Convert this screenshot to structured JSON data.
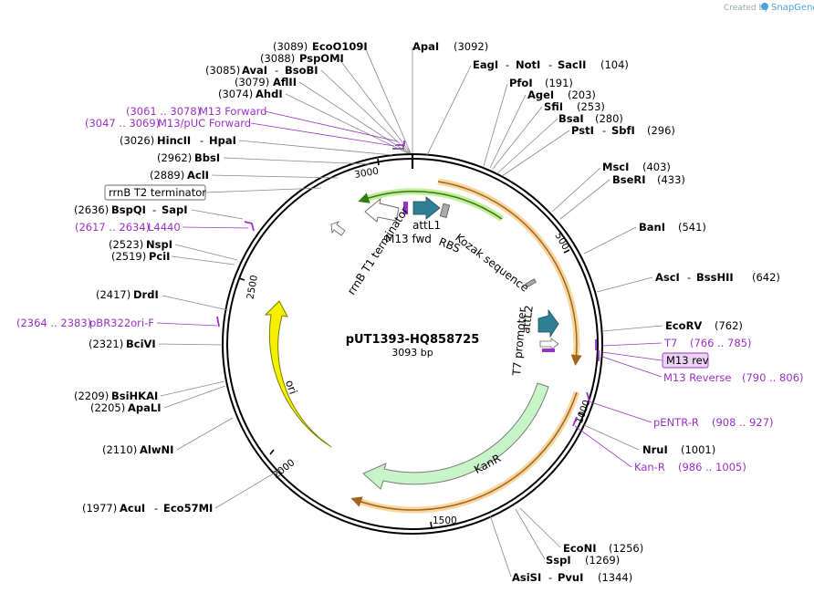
{
  "brand": {
    "created_by": "Created by",
    "name": "SnapGene"
  },
  "plasmid": {
    "name": "pUT1393-HQ858725",
    "size": "3093 bp"
  },
  "ticks": [
    "500",
    "1000",
    "1500",
    "2000",
    "2500",
    "3000"
  ],
  "sites_top": [
    {
      "pos": "(3089)",
      "name": "EcoO109I"
    },
    {
      "pos": "(3088)",
      "name": "PspOMI"
    },
    {
      "pos": "(3085)",
      "name": "AvaI",
      "name2": "BsoBI"
    },
    {
      "pos": "(3079)",
      "name": "AflII"
    },
    {
      "pos": "(3074)",
      "name": "AhdI"
    }
  ],
  "sites_left": [
    {
      "pos": "(3026)",
      "name": "HincII",
      "name2": "HpaI"
    },
    {
      "pos": "(2962)",
      "name": "BbsI"
    },
    {
      "pos": "(2889)",
      "name": "AclI"
    },
    {
      "pos": "(2636)",
      "name": "BspQI",
      "name2": "SapI"
    },
    {
      "pos": "(2523)",
      "name": "NspI"
    },
    {
      "pos": "(2519)",
      "name": "PciI"
    },
    {
      "pos": "(2417)",
      "name": "DrdI"
    },
    {
      "pos": "(2321)",
      "name": "BciVI"
    },
    {
      "pos": "(2209)",
      "name": "BsiHKAI"
    },
    {
      "pos": "(2205)",
      "name": "ApaLI"
    },
    {
      "pos": "(2110)",
      "name": "AlwNI"
    },
    {
      "pos": "(1977)",
      "name": "AcuI",
      "name2": "Eco57MI"
    }
  ],
  "sites_right": [
    {
      "name": "ApaI",
      "pos": "(3092)"
    },
    {
      "name": "EagI",
      "name2": "NotI",
      "name3": "SacII",
      "pos": "(104)"
    },
    {
      "name": "PfoI",
      "pos": "(191)"
    },
    {
      "name": "AgeI",
      "pos": "(203)"
    },
    {
      "name": "SfiI",
      "pos": "(253)"
    },
    {
      "name": "BsaI",
      "pos": "(280)"
    },
    {
      "name": "PstI",
      "name2": "SbfI",
      "pos": "(296)"
    },
    {
      "name": "MscI",
      "pos": "(403)"
    },
    {
      "name": "BseRI",
      "pos": "(433)"
    },
    {
      "name": "BanI",
      "pos": "(541)"
    },
    {
      "name": "AscI",
      "name2": "BssHII",
      "pos": "(642)"
    },
    {
      "name": "EcoRV",
      "pos": "(762)"
    },
    {
      "name": "NruI",
      "pos": "(1001)"
    },
    {
      "name": "EcoNI",
      "pos": "(1256)"
    },
    {
      "name": "SspI",
      "pos": "(1269)"
    },
    {
      "name": "AsiSI",
      "name2": "PvuI",
      "pos": "(1344)"
    }
  ],
  "primers": {
    "m13_forward": {
      "range": "(3061 .. 3078)",
      "name": "M13 Forward"
    },
    "m13_puc": {
      "range": "(3047 .. 3069)",
      "name": "M13/pUC Forward"
    },
    "l4440": {
      "range": "(2617 .. 2634)",
      "name": "L4440"
    },
    "pbr322": {
      "range": "(2364 .. 2383)",
      "name": "pBR322ori-F"
    },
    "t7": {
      "name": "T7",
      "range": "(766 .. 785)"
    },
    "m13_rev": {
      "name": "M13 rev"
    },
    "m13_reverse": {
      "name": "M13 Reverse",
      "range": "(790 .. 806)"
    },
    "pentr": {
      "name": "pENTR-R",
      "range": "(908 .. 927)"
    },
    "kan_r": {
      "name": "Kan-R",
      "range": "(986 .. 1005)"
    }
  },
  "boxed_feature": {
    "name": "rrnB T2 terminator"
  },
  "features": {
    "rrnb_t1": "rrnB T1 terminator",
    "m13_fwd": "M13 fwd",
    "attl1": "attL1",
    "rbs": "RBS",
    "kozak": "Kozak sequence",
    "attl2": "attL2",
    "t7_promoter": "T7 promoter",
    "kanr": "KanR",
    "ori": "ori"
  },
  "colors": {
    "ori": "#f5f000",
    "kanr": "#c8f5c8",
    "attl": "#2f7f96",
    "orf": "#f0a030",
    "primer": "#9b30c8",
    "green_arc": "#3fae1a"
  }
}
